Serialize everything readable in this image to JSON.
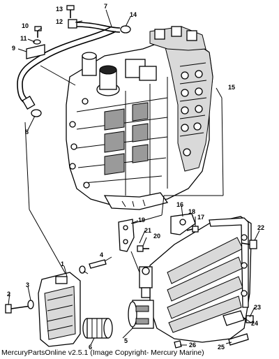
{
  "caption": "MercuryPartsOnline v2.5.1 (Image Copyright- Mercury Marine)",
  "callouts": [
    "1",
    "2",
    "3",
    "4",
    "5",
    "6",
    "7",
    "8",
    "9",
    "10",
    "11",
    "12",
    "13",
    "14",
    "15",
    "16",
    "17",
    "18",
    "19",
    "20",
    "21",
    "22",
    "23",
    "24",
    "25",
    "26"
  ]
}
